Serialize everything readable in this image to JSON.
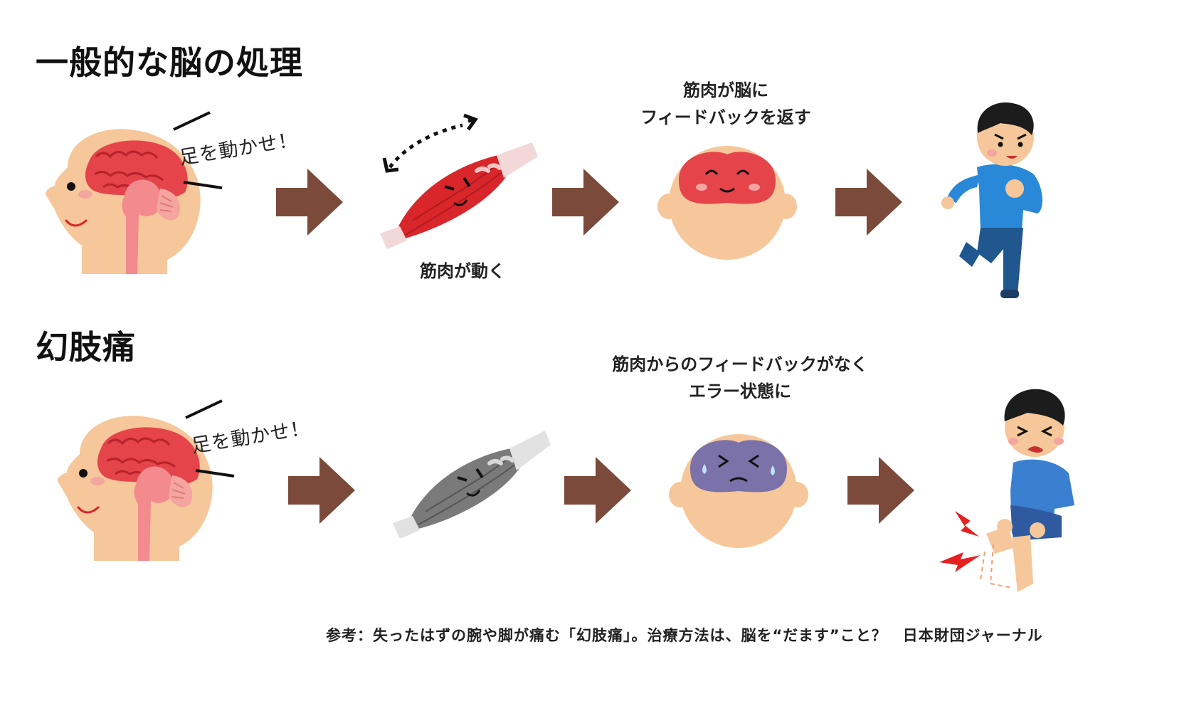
{
  "sections": [
    {
      "title": "一般的な脳の処理",
      "command": "足を動かせ！",
      "muscle_caption": "筋肉が動く",
      "feedback_caption": [
        "筋肉が脳に",
        "フィードバックを返す"
      ],
      "colors": {
        "muscle": "#d8262b",
        "brain": "#e5444a",
        "shirt": "#2a88d8",
        "pants": "#21578f"
      }
    },
    {
      "title": "幻肢痛",
      "command": "足を動かせ！",
      "muscle_caption": "",
      "feedback_caption": [
        "筋肉からのフィードバックがなく",
        "エラー状態に"
      ],
      "colors": {
        "muscle": "#7a7a7a",
        "brain": "#7a72a8",
        "shirt": "#3a7fd0",
        "pants": "#2f5aa0"
      }
    }
  ],
  "source": "参考：失ったはずの腕や脚が痛む「幻肢痛」。治療方法は、脳を“だます”こと？　日本財団ジャーナル",
  "colors": {
    "arrow": "#7b4a3a",
    "skin": "#f6c79a",
    "brain_pink": "#f06070"
  }
}
